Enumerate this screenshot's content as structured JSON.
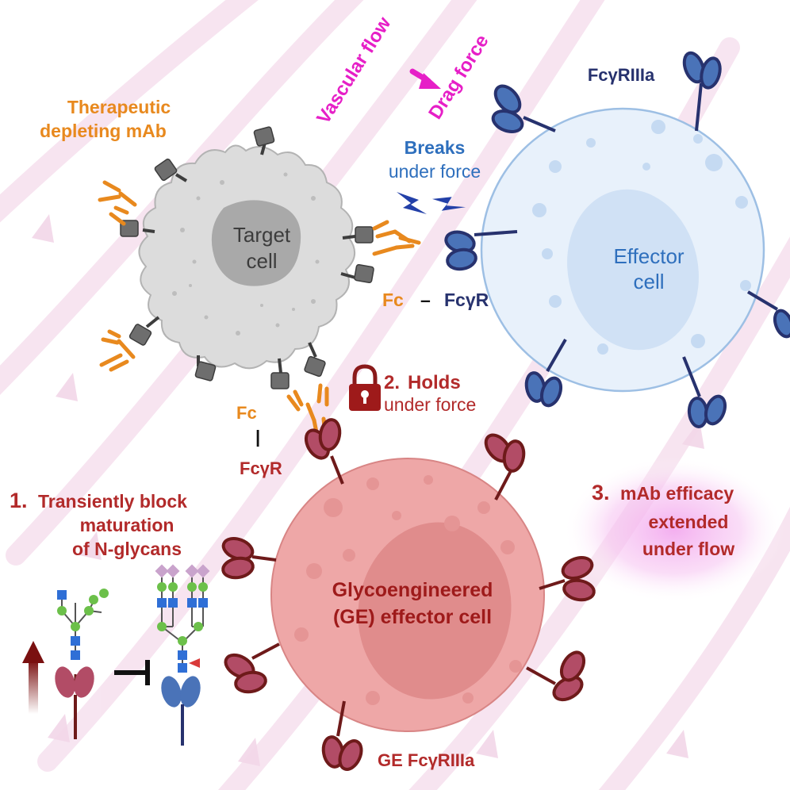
{
  "labels": {
    "therapeutic_line1": "Therapeutic",
    "therapeutic_line2": "depleting mAb",
    "vascular_flow": "Vascular flow",
    "drag_force": "Drag force",
    "target_line1": "Target",
    "target_line2": "cell",
    "breaks_line1": "Breaks",
    "breaks_line2": "under force",
    "fcgr3a": "FcγRIIIa",
    "effector_line1": "Effector",
    "effector_line2": "cell",
    "fc_top": "Fc",
    "dash_top": "–",
    "fcgr_top": "FcγR",
    "holds_num": "2.",
    "holds_word": "Holds",
    "holds_line2": "under force",
    "fc_bottom": "Fc",
    "bar_bottom": "|",
    "fcgr_bottom": "FcγR",
    "step1_num": "1.",
    "step1_line1": "Transiently block",
    "step1_line2": "maturation",
    "step1_line3": "of N-glycans",
    "step3_num": "3.",
    "step3_line1": "mAb efficacy",
    "step3_line2": "extended",
    "step3_line3": "under flow",
    "ge_line1": "Glycoengineered",
    "ge_line2": "(GE) effector cell",
    "ge_fcgr3a": "GE FcγRIIIa"
  },
  "colors": {
    "orange": "#e8891e",
    "magenta": "#e61fc7",
    "blue_label": "#2e6fbd",
    "navy": "#27326e",
    "dark_red": "#b22a2a",
    "maroon": "#6e1a1a",
    "effector_fill": "#e7f0fb",
    "effector_nucleus": "#cfe0f5",
    "ge_fill": "#eda4a4",
    "ge_nucleus": "#e08a8a",
    "target_fill": "#d8d8d8",
    "target_nucleus": "#a8a8a8",
    "receptor_blue": "#4a73b8",
    "receptor_red": "#b24c66",
    "glycan_green": "#6cc04a",
    "glycan_blue": "#2f6fd6",
    "glycan_purple": "#c9a3cc",
    "fucose_red": "#d93a3a"
  },
  "icons": [
    "lightning-bolt-icon",
    "padlock-icon",
    "arrow-up-icon",
    "inhibit-bar-icon",
    "drag-arrow-icon"
  ]
}
